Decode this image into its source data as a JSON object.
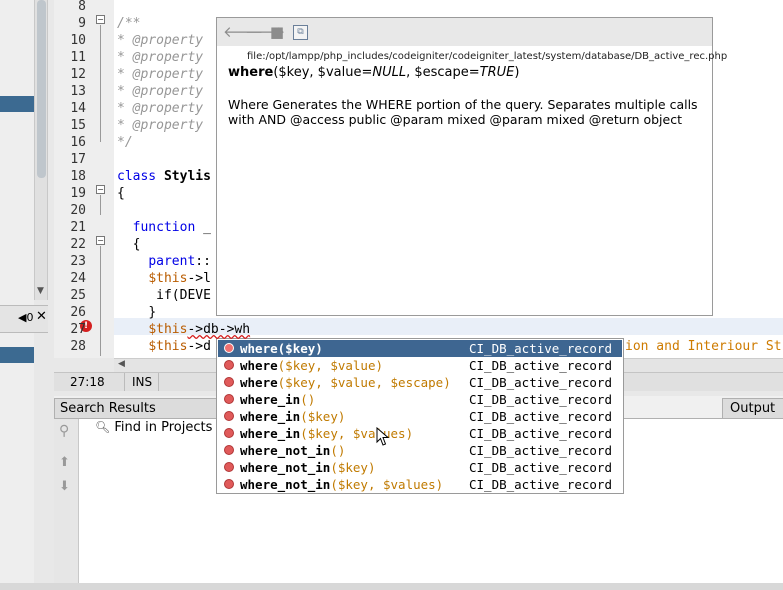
{
  "editor": {
    "lines": [
      {
        "num": "8",
        "text": ""
      },
      {
        "num": "9",
        "text": "/**"
      },
      {
        "num": "10",
        "text": "* @property"
      },
      {
        "num": "11",
        "text": "* @property"
      },
      {
        "num": "12",
        "text": "* @property"
      },
      {
        "num": "13",
        "text": "* @property"
      },
      {
        "num": "14",
        "text": "* @property"
      },
      {
        "num": "15",
        "text": "* @property"
      },
      {
        "num": "16",
        "text": "*/"
      },
      {
        "num": "17",
        "text": ""
      },
      {
        "num": "18",
        "text_kw": "class ",
        "text_cls": "Stylis"
      },
      {
        "num": "19",
        "text": "{"
      },
      {
        "num": "20",
        "text": ""
      },
      {
        "num": "21",
        "text_kw": "function ",
        "text": "_"
      },
      {
        "num": "22",
        "text": "{"
      },
      {
        "num": "23",
        "text_kw": "parent",
        "text": "::"
      },
      {
        "num": "24",
        "text_var": "$this",
        "text": "->l"
      },
      {
        "num": "25",
        "text": "if(DEVE"
      },
      {
        "num": "26",
        "text": "}"
      },
      {
        "num": "27",
        "text_var": "$this",
        "text": "->db->wh"
      },
      {
        "num": "28",
        "text_var": "$this",
        "text": "->d"
      }
    ],
    "line28_tail": "ion and Interiour St"
  },
  "status": {
    "position": "27:18",
    "mode": "INS"
  },
  "doc_popup": {
    "path": "file:/opt/lampp/php_includes/codeigniter/codeigniter_latest/system/database/DB_active_rec.php",
    "sig_name": "where",
    "sig_params_a": "($key, $value=",
    "sig_null": "NULL",
    "sig_params_b": ", $escape=",
    "sig_true": "TRUE",
    "sig_close": ")",
    "description": "Where Generates the WHERE portion of the query. Separates multiple calls with AND @access public @param mixed @param mixed @return object",
    "toolbar_icons": [
      "back-arrow-icon",
      "forward-arrow-icon",
      "stop-icon",
      "open-in-browser-icon"
    ]
  },
  "completion": {
    "items": [
      {
        "name": "where",
        "params": "($key)",
        "class": "CI_DB_active_record",
        "selected": true
      },
      {
        "name": "where",
        "params": "($key, $value)",
        "class": "CI_DB_active_record",
        "selected": false
      },
      {
        "name": "where",
        "params": "($key, $value, $escape)",
        "class": "CI_DB_active_record",
        "selected": false
      },
      {
        "name": "where_in",
        "params": "()",
        "class": "CI_DB_active_record",
        "selected": false
      },
      {
        "name": "where_in",
        "params": "($key)",
        "class": "CI_DB_active_record",
        "selected": false
      },
      {
        "name": "where_in",
        "params": "($key, $values)",
        "class": "CI_DB_active_record",
        "selected": false
      },
      {
        "name": "where_not_in",
        "params": "()",
        "class": "CI_DB_active_record",
        "selected": false
      },
      {
        "name": "where_not_in",
        "params": "($key)",
        "class": "CI_DB_active_record",
        "selected": false
      },
      {
        "name": "where_not_in",
        "params": "($key, $values)",
        "class": "CI_DB_active_record",
        "selected": false
      }
    ]
  },
  "bottom_panel": {
    "search_tab": "Search Results",
    "output_tab": "Output",
    "find_label": "Find in Projects"
  },
  "left_mini": {
    "label": "◀0"
  },
  "colors": {
    "selection": "#3e6691",
    "keyword": "#0000e6",
    "comment": "#969696",
    "variable": "#b95c00"
  }
}
